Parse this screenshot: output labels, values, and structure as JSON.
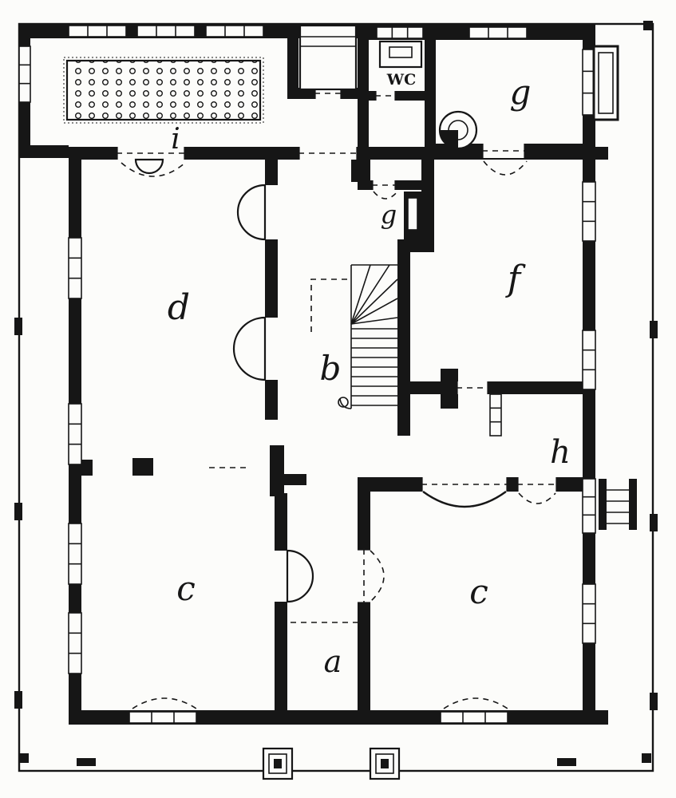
{
  "colors": {
    "ink": "#161616",
    "paper": "#fcfcfa"
  },
  "labels": {
    "room_i": "i",
    "wc": "WC",
    "room_g": "g",
    "room_g_small": "g",
    "room_d": "d",
    "room_b": "b",
    "room_f": "f",
    "room_h": "h",
    "room_c_left": "c",
    "room_c_right": "c",
    "room_a": "a"
  }
}
